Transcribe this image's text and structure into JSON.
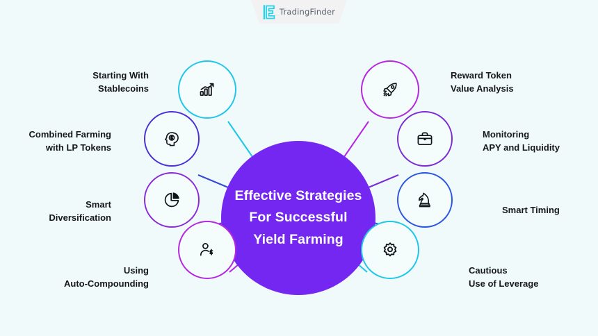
{
  "header": {
    "logo_icon": "tradingfinder-logo-icon",
    "brand": "TradingFinder"
  },
  "center": {
    "line1": "Effective Strategies",
    "line2": "For Successful",
    "line3": "Yield Farming",
    "color": "#7427f0"
  },
  "colors": {
    "background": "#f0fafa",
    "banner": "#f2f2f2",
    "cyan": "#22c7e8",
    "blue": "#2a55e0",
    "indigo": "#3b2fd0",
    "purple": "#7a2bd6",
    "violet": "#5b2fd6",
    "magenta": "#c12ad6",
    "text": "#16181c"
  },
  "nodes": [
    {
      "id": "starting-with-stablecoins",
      "label_line1": "Starting With",
      "label_line2": "Stablecoins",
      "icon": "bar-chart-growth-icon",
      "ring_color": "#22c7e8",
      "side": "left"
    },
    {
      "id": "combined-farming-with-lp-tokens",
      "label_line1": "Combined Farming",
      "label_line2": "with LP Tokens",
      "icon": "head-dollar-icon",
      "ring_color": "#4b2fd6",
      "side": "left"
    },
    {
      "id": "smart-diversification",
      "label_line1": "Smart",
      "label_line2": "Diversification",
      "icon": "pie-chart-icon",
      "ring_color": "#8a2bd6",
      "side": "left"
    },
    {
      "id": "using-auto-compounding",
      "label_line1": "Using",
      "label_line2": "Auto-Compounding",
      "icon": "person-dollar-icon",
      "ring_color": "#b52ae0",
      "side": "left"
    },
    {
      "id": "reward-token-value-analysis",
      "label_line1": "Reward Token",
      "label_line2": "Value Analysis",
      "icon": "rocket-icon",
      "ring_color": "#b52ae0",
      "side": "right"
    },
    {
      "id": "monitoring-apy-and-liquidity",
      "label_line1": "Monitoring",
      "label_line2": "APY and Liquidity",
      "icon": "briefcase-icon",
      "ring_color": "#7a2bd6",
      "side": "right"
    },
    {
      "id": "smart-timing",
      "label_line1": "Smart Timing",
      "label_line2": "",
      "icon": "chess-knight-icon",
      "ring_color": "#2a55e0",
      "side": "right"
    },
    {
      "id": "cautious-use-of-leverage",
      "label_line1": "Cautious",
      "label_line2": "Use of Leverage",
      "icon": "gear-icon",
      "ring_color": "#22c7e8",
      "side": "right"
    }
  ]
}
